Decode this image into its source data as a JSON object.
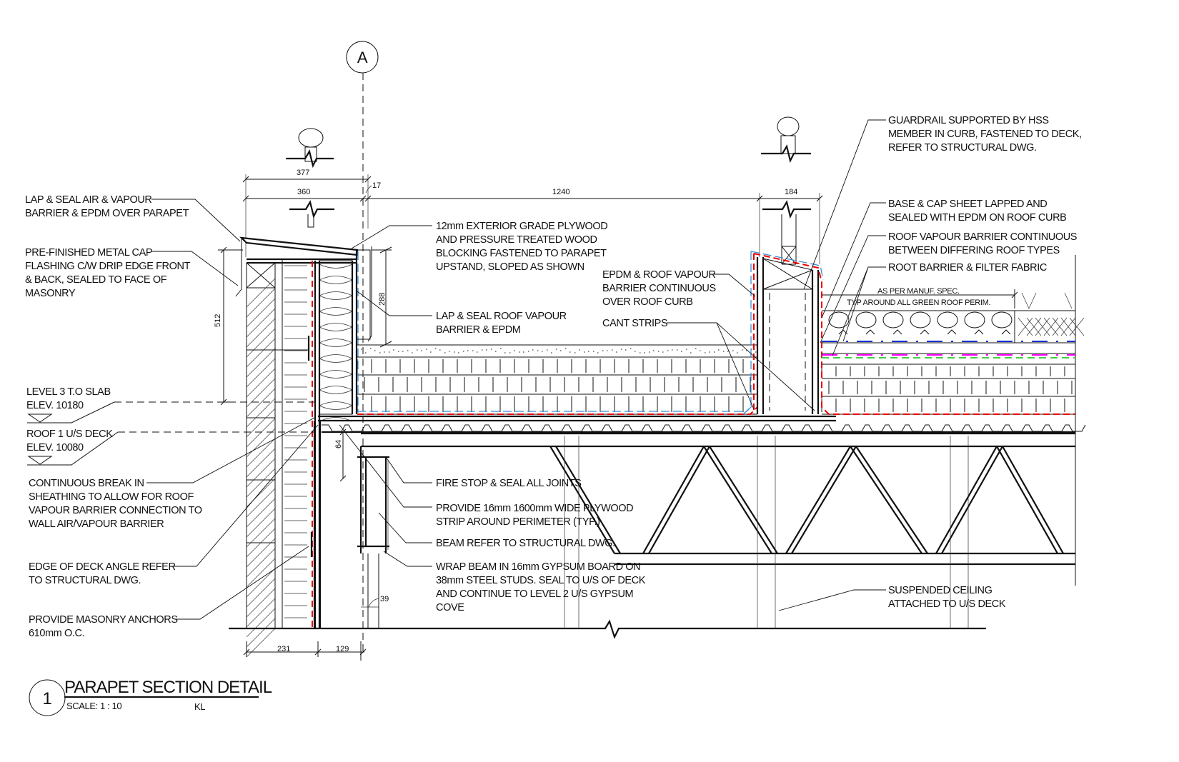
{
  "grid": {
    "label": "A"
  },
  "dimensions": {
    "d377": "377",
    "d360": "360",
    "d17": "17",
    "d1240": "1240",
    "d184": "184",
    "d512": "512",
    "d288": "288",
    "d64": "64",
    "d39": "39",
    "d231": "231",
    "d129": "129"
  },
  "levels": {
    "level3": [
      "LEVEL 3 T.O SLAB",
      "ELEV. 10180"
    ],
    "roof1": [
      "ROOF 1 U/S DECK",
      "ELEV. 10080"
    ]
  },
  "notes": {
    "lap_seal_parapet": [
      "LAP & SEAL AIR & VAPOUR",
      "BARRIER & EPDM OVER PARAPET"
    ],
    "metal_cap": [
      "PRE-FINISHED METAL CAP",
      "FLASHING C/W DRIP EDGE FRONT",
      "& BACK, SEALED TO FACE OF",
      "MASONRY"
    ],
    "sheathing_break": [
      "CONTINUOUS BREAK IN",
      "SHEATHING TO ALLOW FOR ROOF",
      "VAPOUR BARRIER CONNECTION TO",
      "WALL AIR/VAPOUR BARRIER"
    ],
    "deck_angle": [
      "EDGE OF DECK ANGLE REFER",
      "TO STRUCTURAL DWG."
    ],
    "masonry_anchors": [
      "PROVIDE MASONRY ANCHORS",
      "610mm O.C."
    ],
    "plywood": [
      "12mm EXTERIOR GRADE PLYWOOD",
      "AND PRESSURE TREATED WOOD",
      "BLOCKING FASTENED TO PARAPET",
      "UPSTAND, SLOPED AS SHOWN"
    ],
    "lap_seal_roof": [
      "LAP & SEAL ROOF VAPOUR",
      "BARRIER & EPDM"
    ],
    "epdm_curb": [
      "EPDM & ROOF VAPOUR",
      "BARRIER CONTINUOUS",
      "OVER ROOF CURB"
    ],
    "cant_strips": [
      "CANT STRIPS"
    ],
    "fire_stop": [
      "FIRE STOP & SEAL ALL JOINTS"
    ],
    "plywood_strip": [
      "PROVIDE 16mm 1600mm WIDE PLYWOOD",
      "STRIP AROUND PERIMETER (TYP.)"
    ],
    "beam": [
      "BEAM REFER TO STRUCTURAL DWG."
    ],
    "wrap_beam": [
      "WRAP BEAM IN 16mm GYPSUM BOARD ON",
      "38mm STEEL STUDS. SEAL TO U/S OF DECK",
      "AND CONTINUE TO LEVEL 2 U/S GYPSUM",
      "COVE"
    ],
    "guardrail": [
      "GUARDRAIL SUPPORTED BY HSS",
      "MEMBER IN CURB, FASTENED TO DECK,",
      "REFER TO STRUCTURAL DWG."
    ],
    "base_cap": [
      "BASE & CAP SHEET LAPPED AND",
      "SEALED WITH EPDM ON ROOF CURB"
    ],
    "vapour_continuous": [
      "ROOF VAPOUR BARRIER CONTINUOUS",
      "BETWEEN DIFFERING ROOF TYPES"
    ],
    "root_barrier": [
      "ROOT BARRIER & FILTER FABRIC"
    ],
    "manuf_spec": [
      "AS PER MANUF. SPEC.",
      "TYP AROUND ALL GREEN ROOF PERIM."
    ],
    "ceiling": [
      "SUSPENDED CEILING",
      "ATTACHED TO U/S DECK"
    ]
  },
  "title": {
    "number": "1",
    "name": "PARAPET SECTION DETAIL",
    "scale": "SCALE:  1 : 10",
    "initials": "KL"
  },
  "colors": {
    "air_vapour_barrier": "#e00000",
    "epdm": "#3a8fd6",
    "filter_fabric": "#1530d0",
    "root_barrier": "#ff00ff",
    "drainage": "#44cc44"
  }
}
